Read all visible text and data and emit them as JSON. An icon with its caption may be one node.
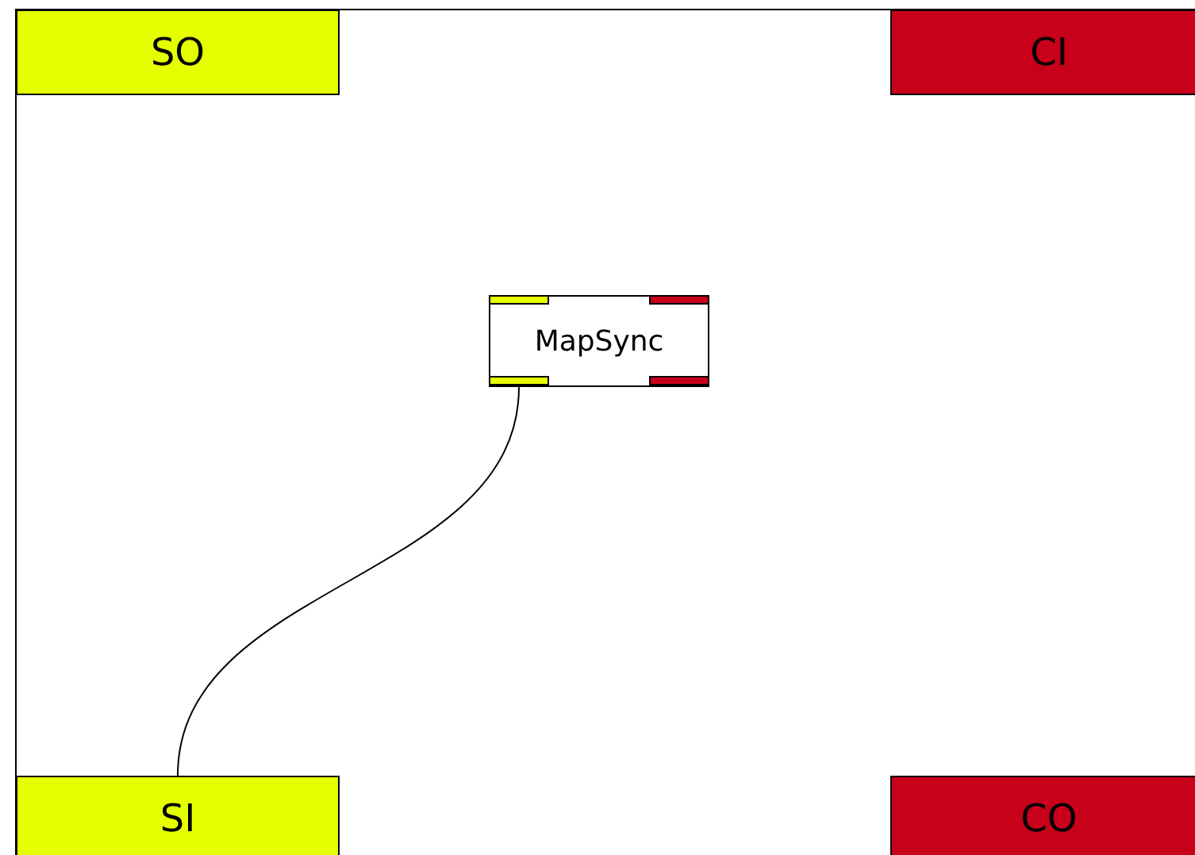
{
  "diagram": {
    "nodes": [
      {
        "text": [
          "SO"
        ]
      },
      {
        "text": [
          "CI"
        ]
      },
      {
        "text": [
          "MapSync"
        ]
      },
      {
        "text": [
          "SI"
        ]
      },
      {
        "text": [
          "CO"
        ]
      }
    ],
    "edges": [
      {
        "from": 3,
        "to": 2,
        "arrow": "none"
      }
    ]
  }
}
